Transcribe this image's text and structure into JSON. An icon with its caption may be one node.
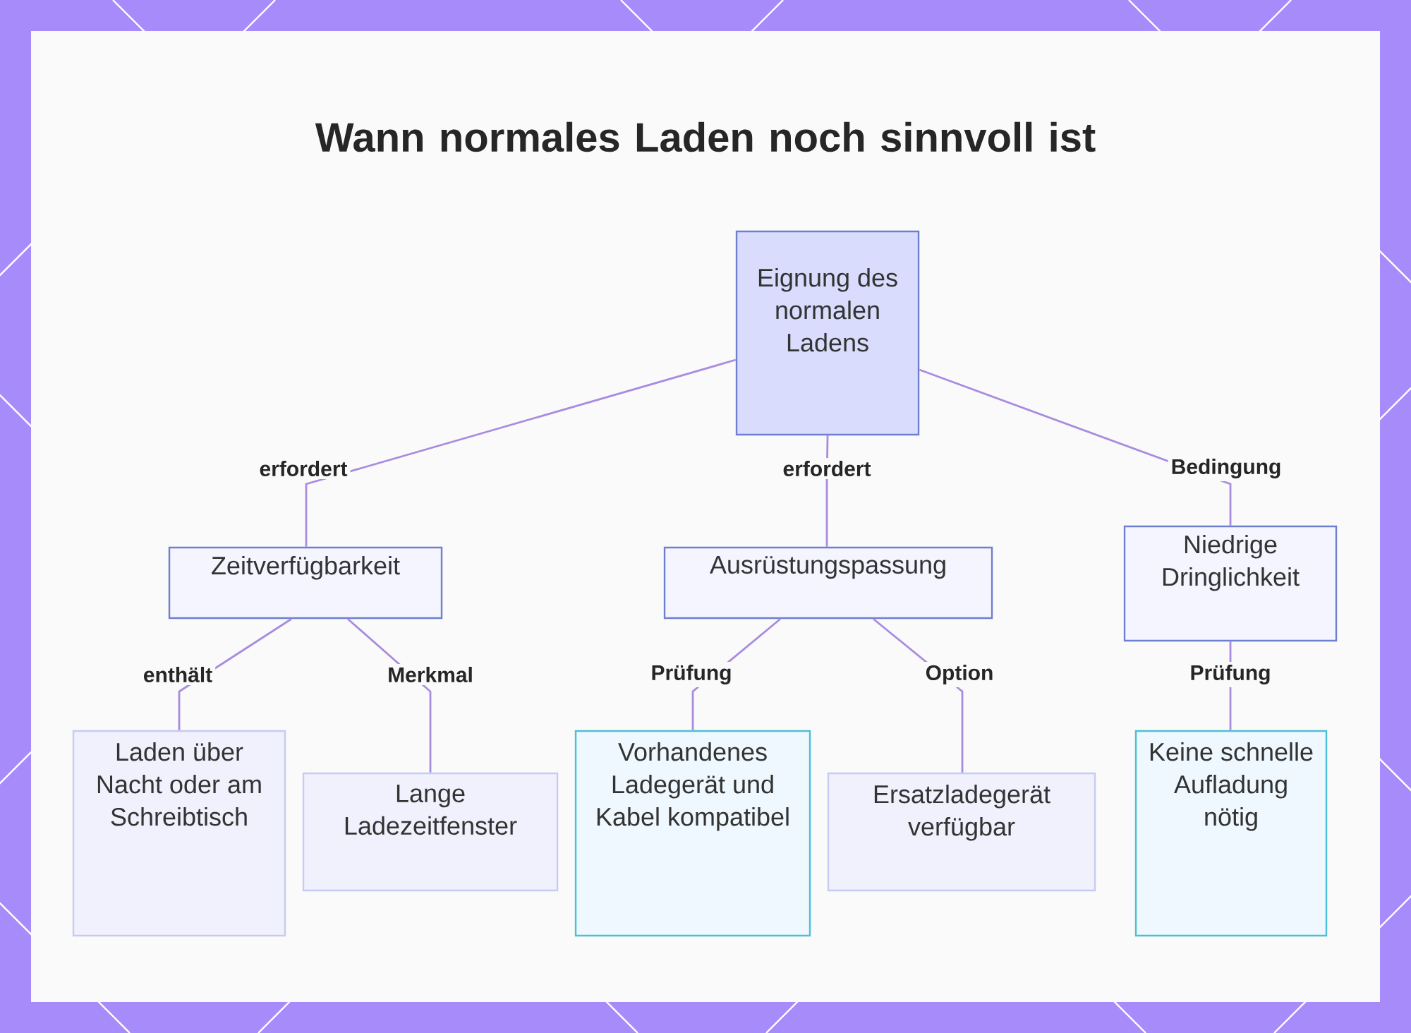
{
  "diagram": {
    "title": "Wann normales Laden noch sinnvoll ist",
    "nodes": [
      {
        "text": [
          "Eignung des normalen Ladens"
        ]
      },
      {
        "text": [
          "Zeitverfügbarkeit"
        ]
      },
      {
        "text": [
          "Ausrüstungspassung"
        ]
      },
      {
        "text": [
          "Niedrige Dringlichkeit"
        ]
      },
      {
        "text": [
          "Laden über Nacht oder am Schreibtisch"
        ]
      },
      {
        "text": [
          "Lange Ladezeitfenster"
        ]
      },
      {
        "text": [
          "Vorhandenes Ladegerät und Kabel kompatibel"
        ]
      },
      {
        "text": [
          "Ersatzladegerät verfügbar"
        ]
      },
      {
        "text": [
          "Keine schnelle Aufladung nötig"
        ]
      }
    ],
    "edges": [
      {
        "from": 0,
        "to": 1,
        "arrow": "none",
        "label": "erfordert"
      },
      {
        "from": 0,
        "to": 2,
        "arrow": "none",
        "label": "erfordert"
      },
      {
        "from": 0,
        "to": 3,
        "arrow": "none",
        "label": "Bedingung"
      },
      {
        "from": 1,
        "to": 4,
        "arrow": "none",
        "label": "enthält"
      },
      {
        "from": 1,
        "to": 5,
        "arrow": "none",
        "label": "Merkmal"
      },
      {
        "from": 2,
        "to": 6,
        "arrow": "none",
        "label": "Prüfung"
      },
      {
        "from": 2,
        "to": 7,
        "arrow": "none",
        "label": "Option"
      },
      {
        "from": 3,
        "to": 8,
        "arrow": "none",
        "label": "Prüfung"
      }
    ]
  }
}
